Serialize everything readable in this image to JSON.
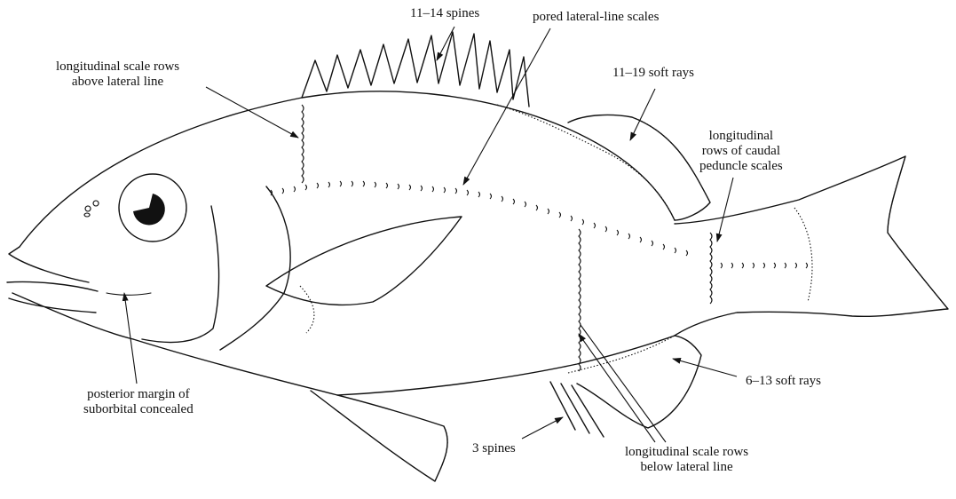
{
  "diagram": {
    "labels": {
      "dorsal_spines": "11–14 spines",
      "pored_scales": "pored lateral-line scales",
      "scale_rows_above": [
        "longitudinal scale rows",
        "above lateral line"
      ],
      "dorsal_soft_rays": "11–19 soft rays",
      "peduncle_rows": [
        "longitudinal",
        "rows of caudal",
        "peduncle scales"
      ],
      "anal_soft_rays": "6–13 soft rays",
      "suborbital": [
        "posterior margin of",
        "suborbital concealed"
      ],
      "anal_spines": "3 spines",
      "scale_rows_below": [
        "longitudinal scale rows",
        "below lateral line"
      ]
    }
  }
}
